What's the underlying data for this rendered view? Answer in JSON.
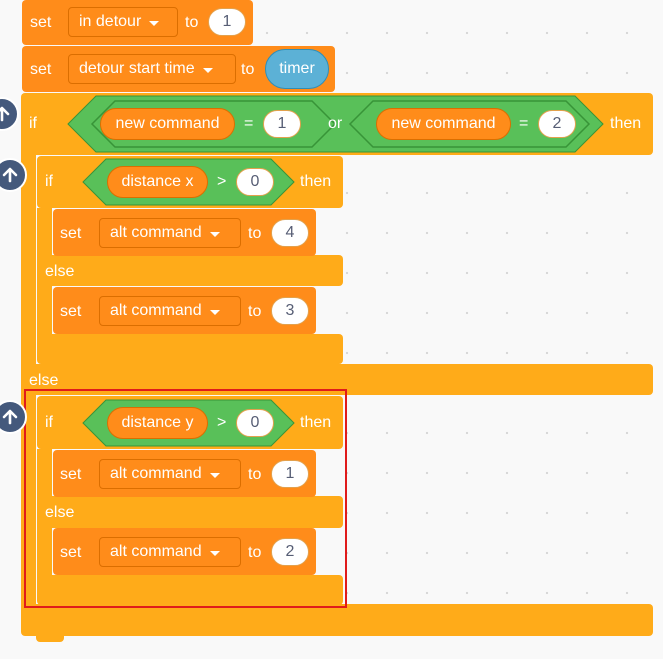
{
  "labels": {
    "set": "set",
    "to": "to",
    "if": "if",
    "then": "then",
    "else": "else",
    "or": "or",
    "eq": "=",
    "gt": ">"
  },
  "b1": {
    "var": "in detour",
    "value": "1"
  },
  "b2": {
    "var": "detour start time",
    "value": "timer"
  },
  "if_outer": {
    "left": {
      "reporter": "new command",
      "value": "1"
    },
    "right": {
      "reporter": "new command",
      "value": "2"
    }
  },
  "if1": {
    "reporter": "distance x",
    "value": "0",
    "then_set": {
      "var": "alt command",
      "value": "4"
    },
    "else_set": {
      "var": "alt command",
      "value": "3"
    }
  },
  "if2": {
    "reporter": "distance y",
    "value": "0",
    "then_set": {
      "var": "alt command",
      "value": "1"
    },
    "else_set": {
      "var": "alt command",
      "value": "2"
    }
  },
  "colors": {
    "control": "#ffab19",
    "variables": "#ff8c1a",
    "operators": "#59c059",
    "sensing": "#5cb1d6",
    "highlight": "#e01b1b"
  }
}
